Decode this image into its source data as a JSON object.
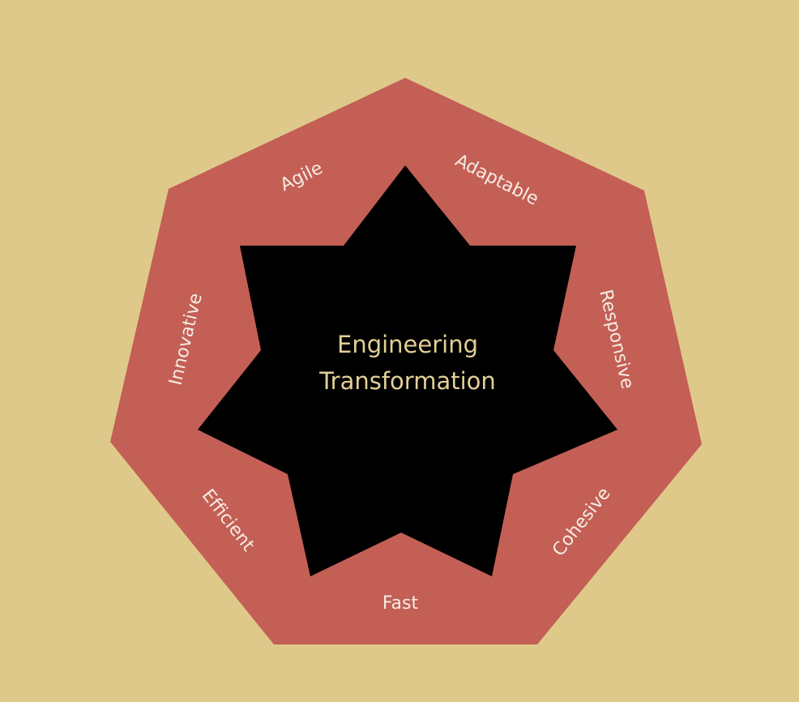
{
  "colors": {
    "background": "#dfc98a",
    "heptagon": "#c35f55",
    "star": "#000000",
    "label": "#f6ece4",
    "center_text": "#e3d096"
  },
  "center": {
    "line1": "Engineering",
    "line2": "Transformation"
  },
  "labels": [
    "Agile",
    "Adaptable",
    "Responsive",
    "Cohesive",
    "Fast",
    "Efficient",
    "Innovative"
  ]
}
